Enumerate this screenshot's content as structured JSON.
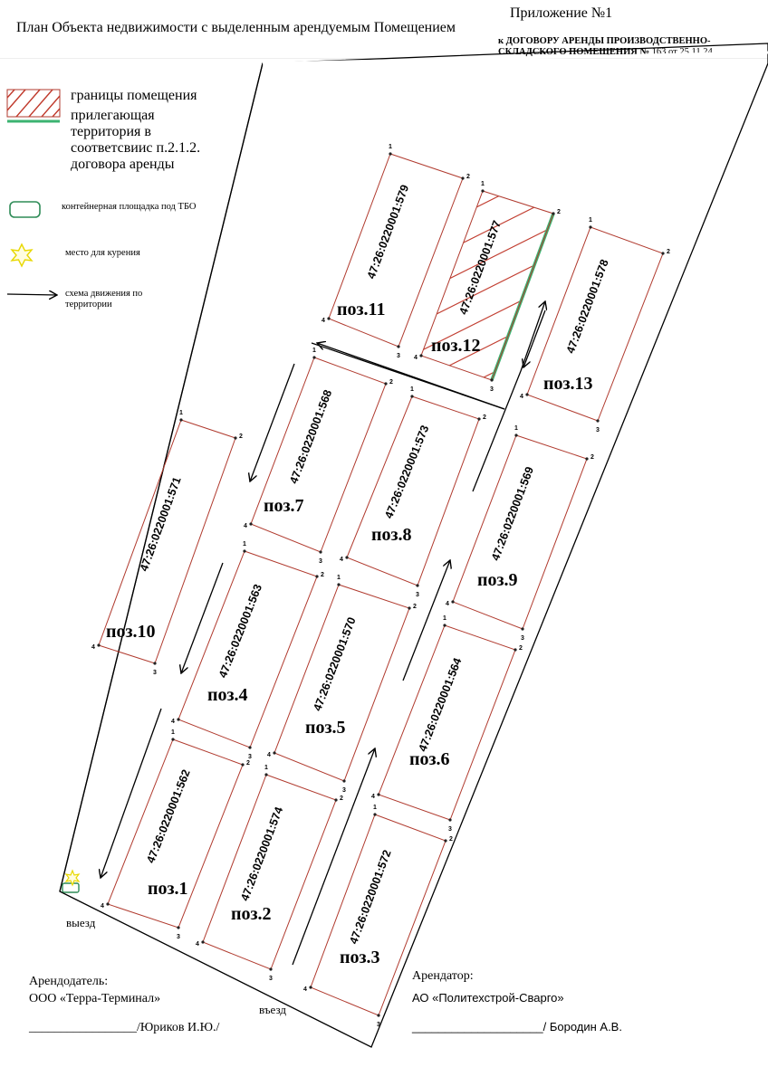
{
  "header": {
    "title": "План Объекта недвижимости с выделенным арендуемым Помещением",
    "appendix": "Приложение №1",
    "contract_line1": "к  ДОГОВОРУ АРЕНДЫ ПРОИЗВОДСТВЕННО-",
    "contract_line2": "СКЛАДСКОГО ПОМЕЩЕНИЯ №",
    "contract_date": "163 от 25.11.24"
  },
  "legend": {
    "boundary": "границы помещения",
    "territory_l1": "прилегающая",
    "territory_l2": "территория в",
    "territory_l3": "соответсвиис п.2.1.2.",
    "territory_l4": "договора аренды",
    "container": "контейнерная площадка под ТБО",
    "smoking": "место для курения",
    "traffic_l1": "схема движения по",
    "traffic_l2": "территории"
  },
  "colors": {
    "plot_outline": "#b03a2e",
    "hatch": "#c0392b",
    "territory_green": "#3cb371",
    "container_green": "#2e8b57",
    "smoking_star": "#e8d800",
    "site_outline": "#000000"
  },
  "lots": [
    {
      "pos": "поз.1",
      "cad": "47:26:0220001:562"
    },
    {
      "pos": "поз.2",
      "cad": "47:26:0220001:574"
    },
    {
      "pos": "поз.3",
      "cad": "47:26:0220001:572"
    },
    {
      "pos": "поз.4",
      "cad": "47:26:0220001:563"
    },
    {
      "pos": "поз.5",
      "cad": "47:26:0220001:570"
    },
    {
      "pos": "поз.6",
      "cad": "47:26:0220001:564"
    },
    {
      "pos": "поз.7",
      "cad": "47:26:0220001:568"
    },
    {
      "pos": "поз.8",
      "cad": "47:26:0220001:573"
    },
    {
      "pos": "поз.9",
      "cad": "47:26:0220001:569"
    },
    {
      "pos": "поз.10",
      "cad": "47:26:0220001:571"
    },
    {
      "pos": "поз.11",
      "cad": "47:26:0220001:579"
    },
    {
      "pos": "поз.12",
      "cad": "47:26:0220001:577",
      "leased": true
    },
    {
      "pos": "поз.13",
      "cad": "47:26:0220001:578"
    }
  ],
  "corner_numbers": [
    "1",
    "2",
    "3",
    "4"
  ],
  "gates": {
    "exit": "выезд",
    "entry": "въезд"
  },
  "signatures": {
    "landlord_label": "Арендодатель:",
    "landlord_name": "ООО «Терра-Терминал»",
    "landlord_sign": "_________________/Юриков И.Ю./",
    "tenant_label": "Арендатор:",
    "tenant_name": "АО «Политехстрой-Сварго»",
    "tenant_sign": "____________________/ Бородин А.В."
  }
}
